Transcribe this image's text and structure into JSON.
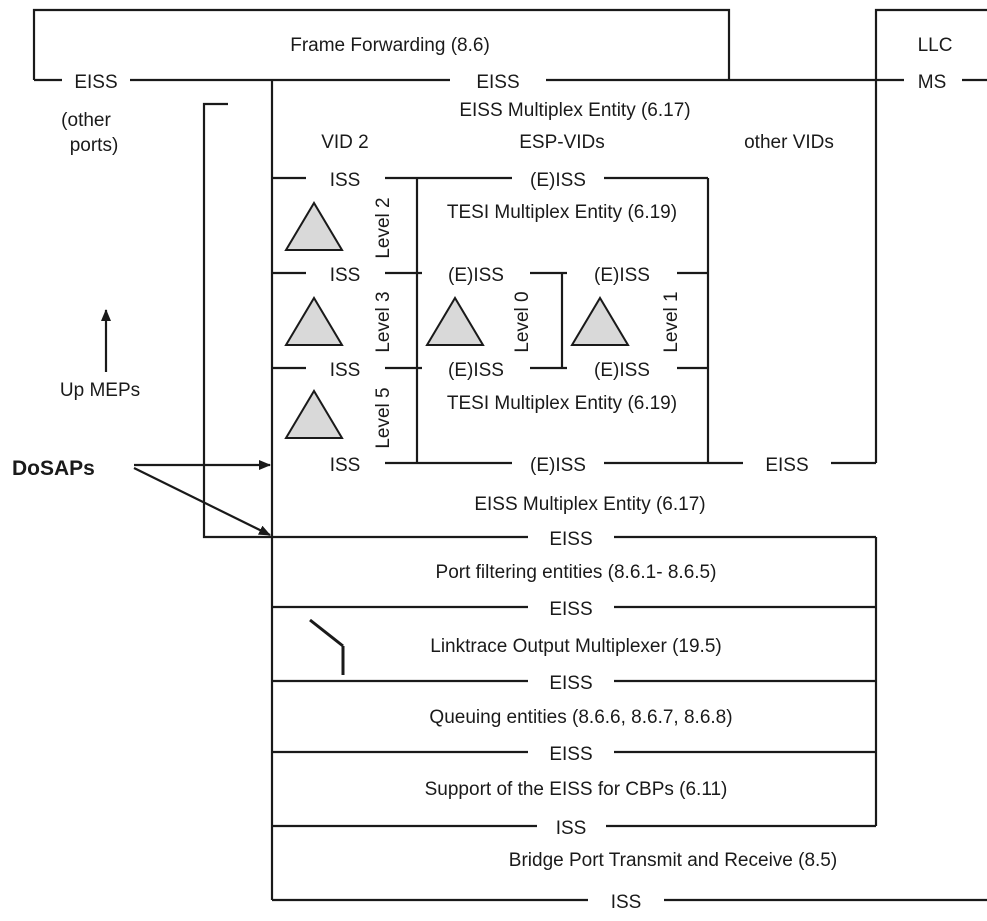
{
  "frame_forwarding": {
    "title": "Frame Forwarding (8.6)",
    "eiss_left": "EISS",
    "eiss_center": "EISS"
  },
  "llc": {
    "title": "LLC",
    "ms": "MS"
  },
  "other_ports": {
    "line1": "(other",
    "line2": "ports)"
  },
  "eiss_mux_top": {
    "title": "EISS Multiplex Entity (6.17)"
  },
  "vid_labels": {
    "vid2": "VID 2",
    "esp_vids": "ESP-VIDs",
    "other_vids": "other VIDs"
  },
  "tesi_top": {
    "iss": "ISS",
    "eiss_e": "(E)ISS",
    "title": "TESI Multiplex Entity (6.19)",
    "level": "Level 2"
  },
  "mid_row": {
    "iss": "ISS",
    "eiss_e_a": "(E)ISS",
    "eiss_e_b": "(E)ISS",
    "level_3": "Level 3",
    "level_0": "Level 0",
    "level_1": "Level 1"
  },
  "tesi_bottom": {
    "iss": "ISS",
    "eiss_e_a": "(E)ISS",
    "eiss_e_b": "(E)ISS",
    "title": "TESI Multiplex Entity (6.19)",
    "level": "Level 5"
  },
  "dosap_row": {
    "iss": "ISS",
    "eiss_e": "(E)ISS",
    "eiss": "EISS"
  },
  "eiss_mux_bottom": {
    "title": "EISS Multiplex Entity (6.17)"
  },
  "left_annotations": {
    "up_meps": "Up MEPs",
    "dosaps": "DoSAPs"
  },
  "layers": [
    {
      "interface": "EISS",
      "title": "Port filtering entities (8.6.1- 8.6.5)"
    },
    {
      "interface": "EISS",
      "title": "Linktrace Output Multiplexer (19.5)"
    },
    {
      "interface": "EISS",
      "title": "Queuing entities (8.6.6, 8.6.7, 8.6.8)"
    },
    {
      "interface": "EISS",
      "title": "Support of the EISS for CBPs (6.11)"
    },
    {
      "interface": "ISS",
      "title": "Bridge Port Transmit and Receive (8.5)"
    }
  ],
  "bottom_interface": "ISS"
}
